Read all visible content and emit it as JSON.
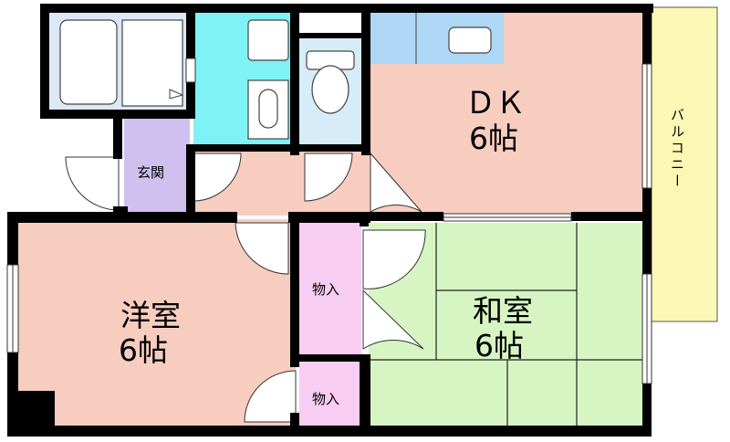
{
  "rooms": {
    "dk": {
      "name": "ＤＫ",
      "size": "6帖"
    },
    "western": {
      "name": "洋室",
      "size": "6帖"
    },
    "japanese": {
      "name": "和室",
      "size": "6帖"
    },
    "entrance": {
      "name": "玄関"
    },
    "closet_upper": {
      "name": "物入"
    },
    "closet_lower": {
      "name": "物入"
    },
    "balcony": {
      "name": "バルコニー"
    }
  },
  "colors": {
    "dk": "#f7cdbf",
    "western": "#f7cdbf",
    "hall": "#f7cdbf",
    "japanese": "#d6f5c3",
    "closet": "#f7cdf1",
    "entrance": "#cfc0ef",
    "bath": "#dce8f8",
    "washroom": "#7ef2f5",
    "toilet": "#d6ecf8",
    "kitchen_counter": "#aed6f5",
    "balcony": "#fbf7b4",
    "wall": "#000000"
  }
}
